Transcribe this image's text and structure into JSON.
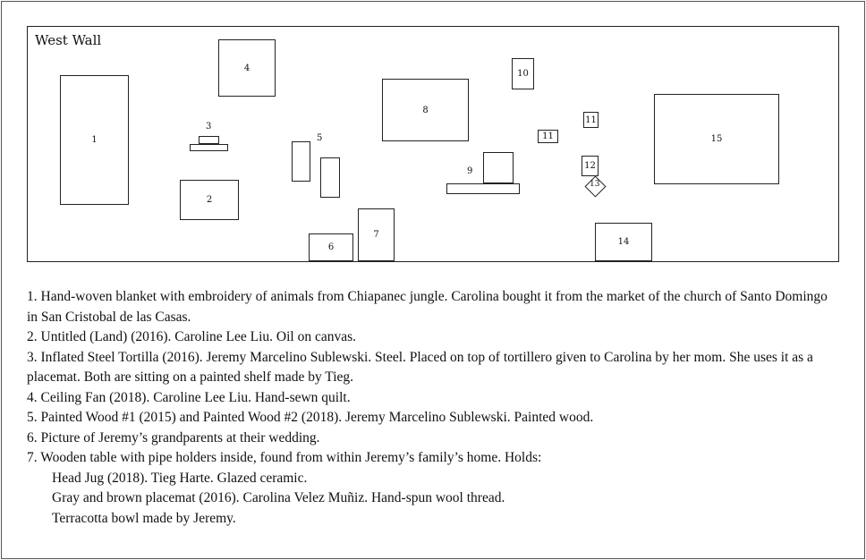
{
  "diagram": {
    "title": "West Wall",
    "items": {
      "1": "1",
      "2": "2",
      "3": "3",
      "4": "4",
      "5": "5",
      "6": "6",
      "7": "7",
      "8": "8",
      "9": "9",
      "10": "10",
      "11a": "11",
      "11b": "11",
      "12": "12",
      "13": "13",
      "14": "14",
      "15": "15"
    }
  },
  "legend": [
    "1. Hand-woven blanket with embroidery of animals from Chiapanec jungle. Carolina bought it from the market of the church of Santo Domingo in San Cristobal de las Casas.",
    "2. Untitled (Land) (2016). Caroline Lee Liu. Oil on canvas.",
    "3. Inflated Steel Tortilla (2016). Jeremy Marcelino Sublewski. Steel. Placed on top of tortillero given to Carolina by her mom. She uses it as a placemat. Both are sitting on a painted shelf made by Tieg.",
    "4. Ceiling Fan (2018). Caroline Lee Liu. Hand-sewn quilt.",
    "5. Painted Wood #1 (2015) and Painted Wood #2 (2018). Jeremy Marcelino Sublewski. Painted wood.",
    "6. Picture of Jeremy’s grandparents at their wedding.",
    "7. Wooden table with pipe holders inside, found from within Jeremy’s family’s home. Holds:"
  ],
  "legend_sub": [
    "Head Jug (2018). Tieg Harte. Glazed ceramic.",
    "Gray and brown placemat (2016). Carolina Velez Muñiz. Hand-spun wool thread.",
    "Terracotta bowl made by Jeremy."
  ]
}
